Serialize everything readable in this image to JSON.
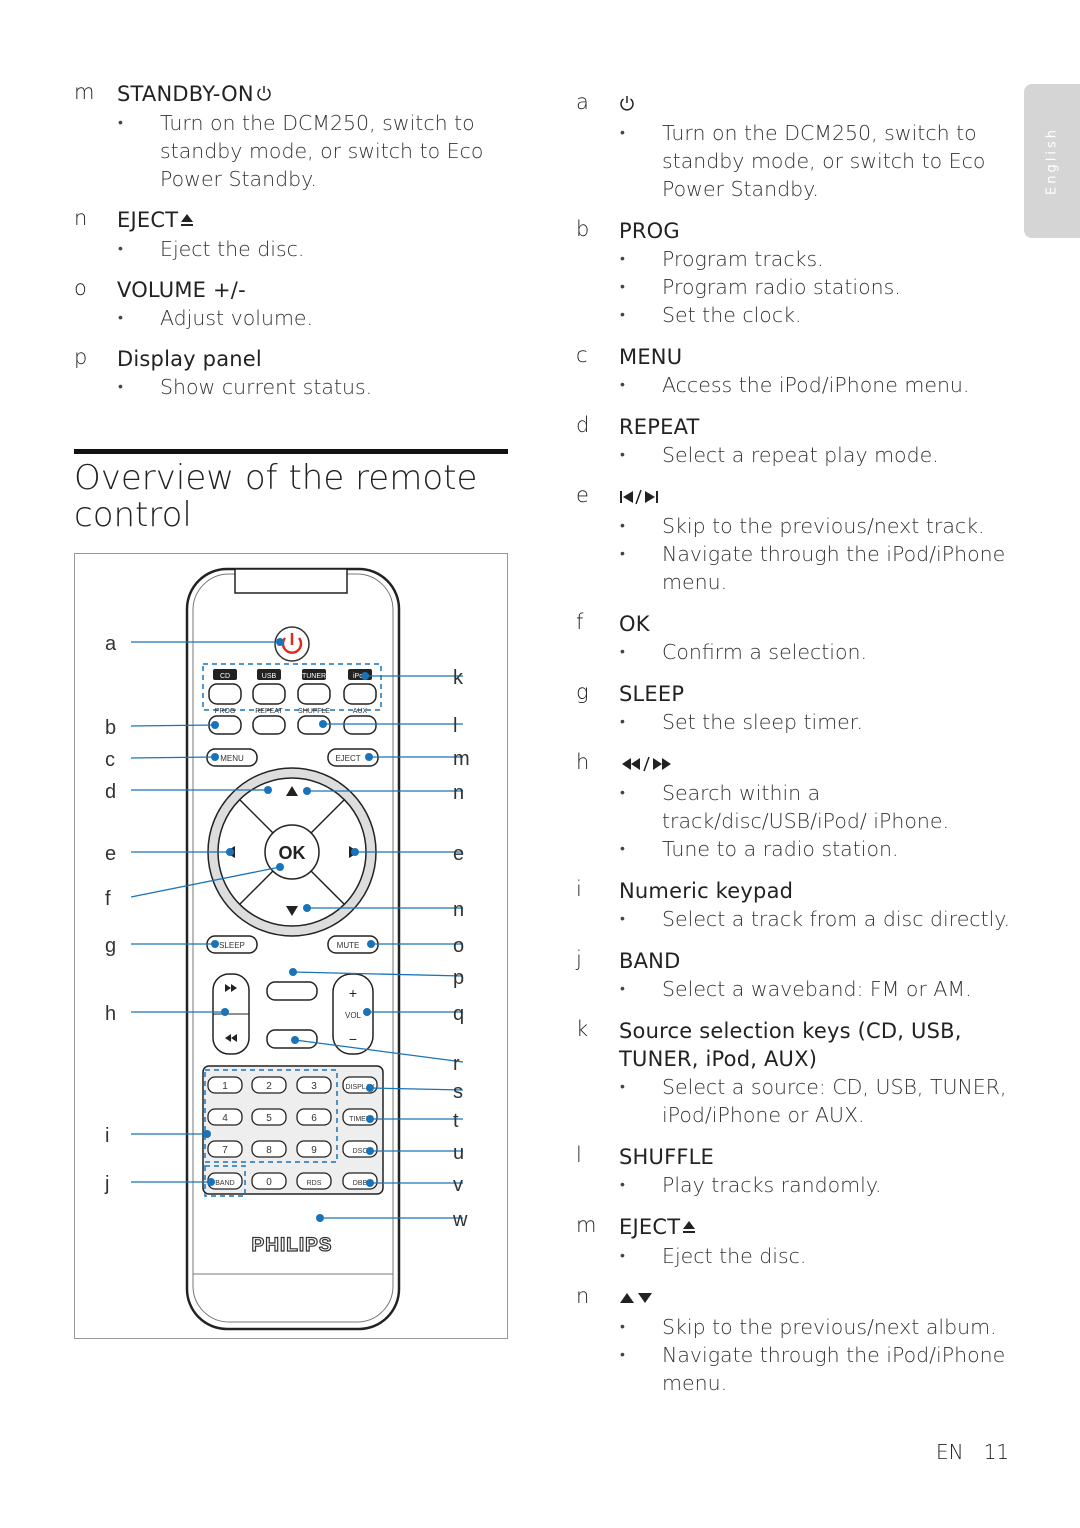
{
  "language_tab": "English",
  "left_entries": [
    {
      "letter": "m",
      "label": "STANDBY-ON",
      "icon": "power-icon",
      "bullets": [
        "Turn on the DCM250, switch to standby mode, or switch to Eco Power Standby."
      ]
    },
    {
      "letter": "n",
      "label": "EJECT",
      "icon": "eject-icon",
      "bullets": [
        "Eject the disc."
      ]
    },
    {
      "letter": "o",
      "label": "VOLUME +/-",
      "icon": "",
      "bullets": [
        "Adjust volume."
      ]
    },
    {
      "letter": "p",
      "label": "Display panel",
      "icon": "",
      "bullets": [
        "Show current status."
      ]
    }
  ],
  "section_title": "Overview of the remote control",
  "right_entries": [
    {
      "letter": "a",
      "label": "",
      "icon": "power-icon",
      "bullets": [
        "Turn on the DCM250, switch to standby mode, or switch to Eco Power Standby."
      ]
    },
    {
      "letter": "b",
      "label": "PROG",
      "icon": "",
      "bullets": [
        "Program tracks.",
        "Program radio stations.",
        "Set the clock."
      ]
    },
    {
      "letter": "c",
      "label": "MENU",
      "icon": "",
      "bullets": [
        "Access the iPod/iPhone menu."
      ]
    },
    {
      "letter": "d",
      "label": "REPEAT",
      "icon": "",
      "bullets": [
        "Select a repeat play mode."
      ]
    },
    {
      "letter": "e",
      "label": "",
      "icon": "prev-next-icon",
      "bullets": [
        "Skip to the previous/next track.",
        "Navigate through the iPod/iPhone menu."
      ]
    },
    {
      "letter": "f",
      "label": "OK",
      "icon": "",
      "bullets": [
        "Confirm a selection."
      ]
    },
    {
      "letter": "g",
      "label": "SLEEP",
      "icon": "",
      "bullets": [
        "Set the sleep timer."
      ]
    },
    {
      "letter": "h",
      "label": "",
      "icon": "rewind-forward-icon",
      "bullets": [
        "Search within a track/disc/USB/iPod/ iPhone.",
        "Tune to a radio station."
      ]
    },
    {
      "letter": "i",
      "label": "Numeric keypad",
      "icon": "",
      "bullets": [
        "Select a track from a disc directly."
      ]
    },
    {
      "letter": "j",
      "label": "BAND",
      "icon": "",
      "bullets": [
        "Select a waveband: FM or AM."
      ]
    },
    {
      "letter": "k",
      "label": "Source selection keys (CD, USB, TUNER, iPod, AUX)",
      "icon": "",
      "bullets": [
        "Select a source: CD, USB, TUNER, iPod/iPhone or AUX."
      ]
    },
    {
      "letter": "l",
      "label": "SHUFFLE",
      "icon": "",
      "bullets": [
        "Play tracks randomly."
      ]
    },
    {
      "letter": "m",
      "label": "EJECT",
      "icon": "eject-icon",
      "bullets": [
        "Eject the disc."
      ]
    },
    {
      "letter": "n",
      "label": "",
      "icon": "up-down-icon",
      "bullets": [
        "Skip to the previous/next album.",
        "Navigate through the iPod/iPhone menu."
      ]
    }
  ],
  "remote": {
    "callouts_left": [
      "a",
      "b",
      "c",
      "d",
      "e",
      "f",
      "g",
      "h",
      "i",
      "j"
    ],
    "callouts_right": [
      "k",
      "l",
      "m",
      "n",
      "e",
      "n",
      "o",
      "p",
      "q",
      "r",
      "s",
      "t",
      "u",
      "v",
      "w"
    ],
    "source_keys": [
      "CD",
      "USB",
      "TUNER",
      "iPod"
    ],
    "second_row": [
      "PROG",
      "REPEAT",
      "SHUFFLE",
      "AUX"
    ],
    "menu": "MENU",
    "eject": "EJECT",
    "ok": "OK",
    "sleep": "SLEEP",
    "mute": "MUTE",
    "vol": "VOL",
    "vol_plus": "+",
    "vol_minus": "−",
    "keys_rows": [
      [
        "1",
        "2",
        "3",
        "DISPLAY"
      ],
      [
        "4",
        "5",
        "6",
        "TIMER"
      ],
      [
        "7",
        "8",
        "9",
        "DSC"
      ],
      [
        "BAND",
        "0",
        "RDS",
        "DBB"
      ]
    ],
    "brand": "PHILIPS"
  },
  "footer": {
    "lang": "EN",
    "page": "11"
  }
}
